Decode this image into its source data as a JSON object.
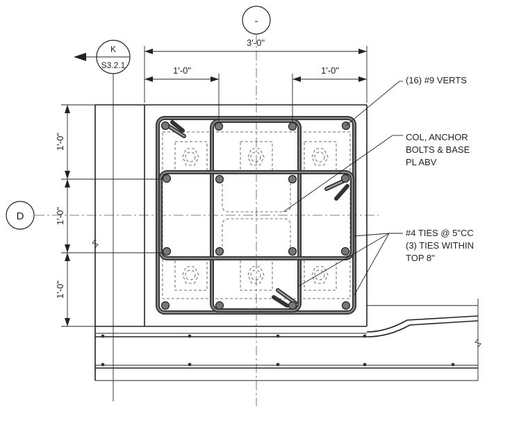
{
  "dimensions": {
    "overall_width": "3'-0\"",
    "left_edge": "1'-0\"",
    "right_edge": "1'-0\"",
    "top_row": "1'-0\"",
    "middle_row": "1'-0\"",
    "bottom_row": "1'-0\""
  },
  "grid": {
    "vertical_bubble": "-",
    "horizontal_bubble": "D"
  },
  "section_tag": {
    "letter": "K",
    "sheet": "S3.2.1"
  },
  "notes": {
    "verts": "(16) #9 VERTS",
    "col_line1": "COL, ANCHOR",
    "col_line2": "BOLTS & BASE",
    "col_line3": "PL ABV",
    "ties_line1": "#4 TIES @ 5\"CC",
    "ties_line2": "(3) TIES WITHIN",
    "ties_line3": "TOP 8\""
  },
  "colors": {
    "line": "#222222",
    "background": "#ffffff"
  }
}
